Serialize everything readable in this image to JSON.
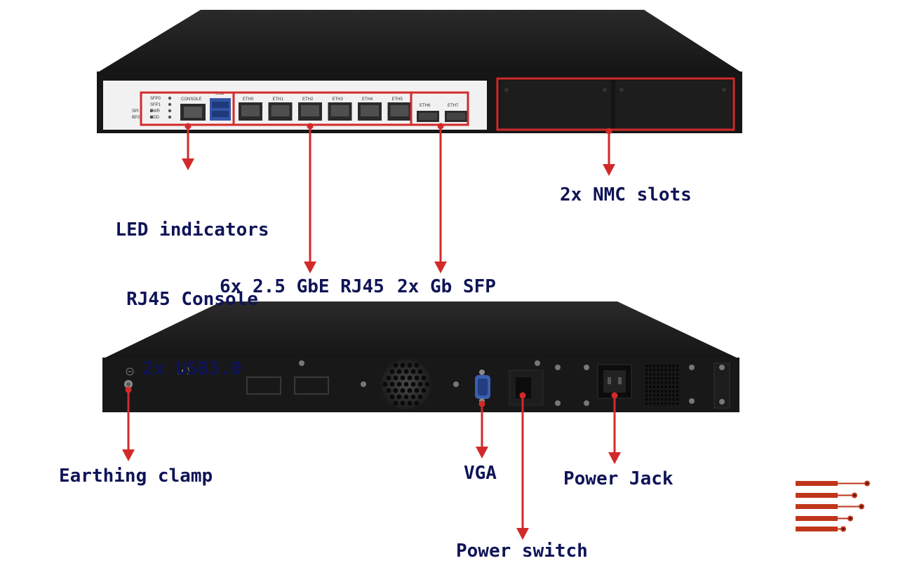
{
  "colors": {
    "chassis": "#1a1a1a",
    "chassis_top": "#222222",
    "faceplate": "#f1f1f1",
    "highlight": "#d22a2a",
    "label_text": "#0f1457",
    "logo": "#c0361a"
  },
  "front_panel": {
    "led_labels": [
      "SFP0",
      "SFP1",
      "SPI",
      "PWR",
      "BP2",
      "HDD"
    ],
    "console_label": "CONSOLE",
    "usb_label": "USB",
    "eth_labels": [
      "ETH0",
      "ETH1",
      "ETH2",
      "ETH3",
      "ETH4",
      "ETH5"
    ],
    "sfp_labels": [
      "ETH6",
      "ETH7"
    ]
  },
  "callouts": {
    "led_console_usb": [
      "LED indicators",
      "RJ45 Console",
      "2x USB3.0"
    ],
    "rj45": "6x 2.5 GbE RJ45",
    "sfp": "2x Gb SFP",
    "nmc": "2x NMC slots",
    "earthing": "Earthing clamp",
    "vga": "VGA",
    "power_switch": "Power switch",
    "power_jack": "Power Jack"
  },
  "icons": [
    "ground-symbol-icon",
    "wireless-symbol-icon",
    "brand-logo-icon"
  ]
}
